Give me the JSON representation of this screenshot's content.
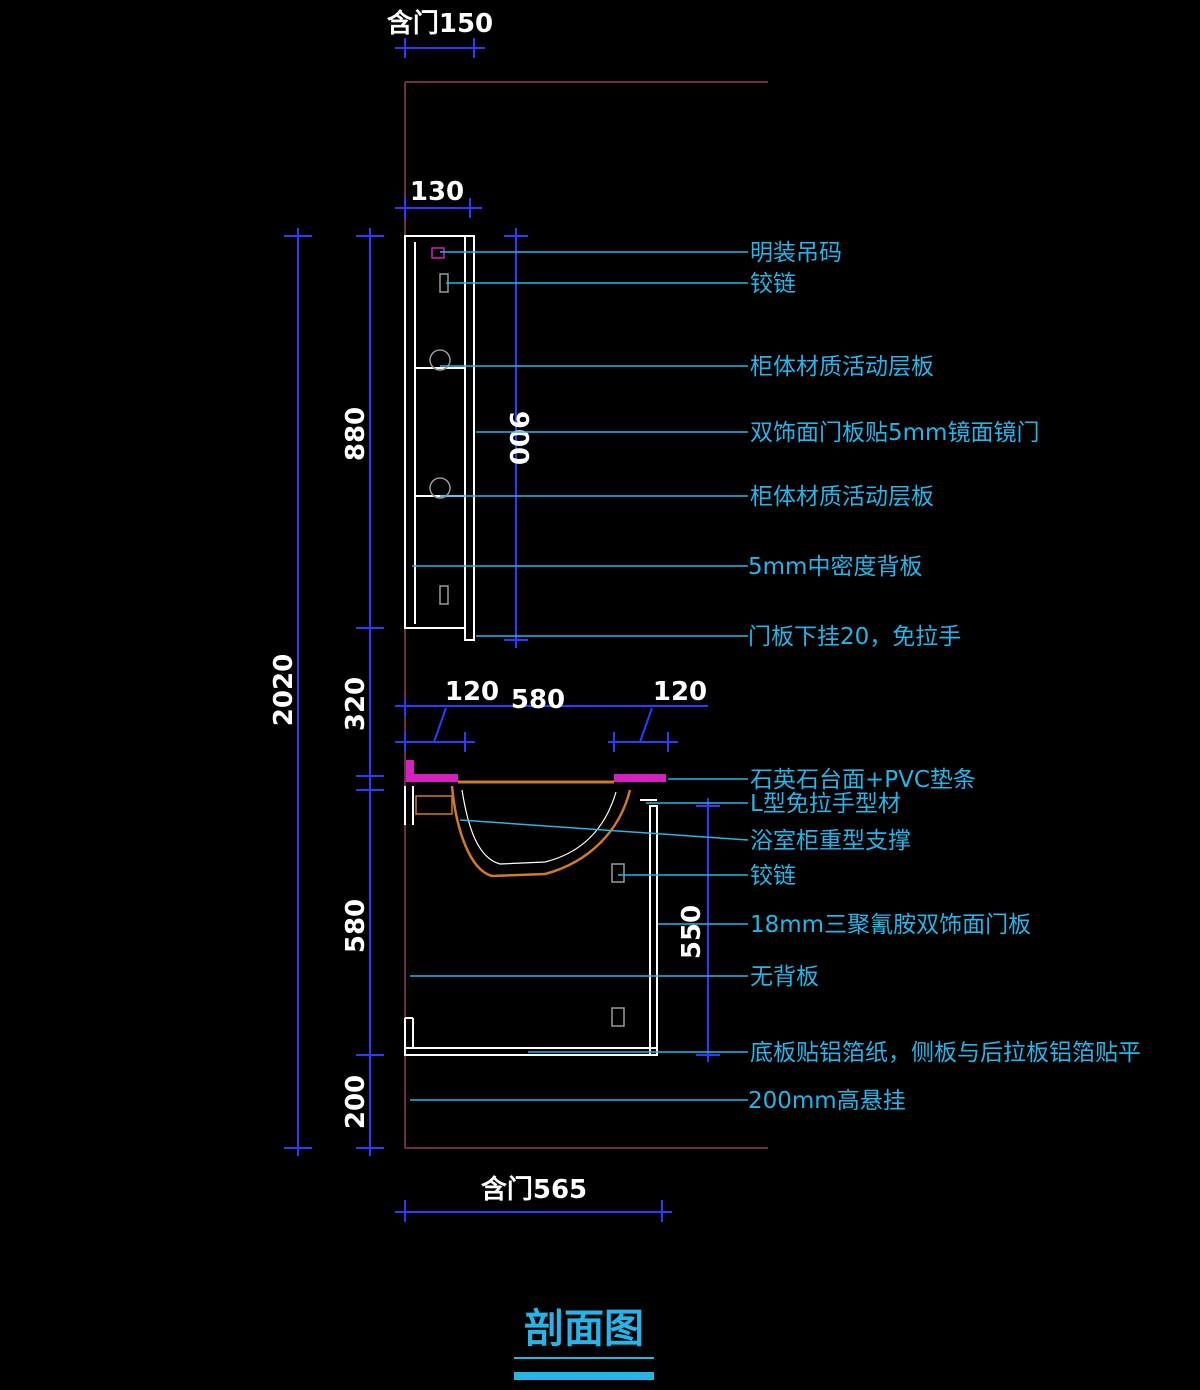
{
  "colors": {
    "background": "#000000",
    "dimension_line": "#2a3cff",
    "leader_line": "#27b4e8",
    "outline": "#ffffff",
    "wall": "#6e2d4a",
    "basin": "#d07a2a",
    "countertop": "#d51fc0"
  },
  "dimensions": {
    "top_door": "含门150",
    "cabinet_depth": "130",
    "total_height": "2020",
    "upper_cabinet_height": "880",
    "door_height": "900",
    "gap_height": "320",
    "counter_overhang_left": "120",
    "counter_width": "580",
    "counter_overhang_right": "120",
    "lower_cabinet_height": "580",
    "lower_door_height": "550",
    "hang_height": "200",
    "bottom_door": "含门565"
  },
  "labels": [
    "明装吊码",
    "铰链",
    "柜体材质活动层板",
    "双饰面门板贴5mm镜面镜门",
    "柜体材质活动层板",
    "5mm中密度背板",
    "门板下挂20，免拉手",
    "石英石台面+PVC垫条",
    "L型免拉手型材",
    "浴室柜重型支撑",
    "铰链",
    "18mm三聚氰胺双饰面门板",
    "无背板",
    "底板贴铝箔纸，侧板与后拉板铝箔贴平",
    "200mm高悬挂"
  ],
  "title": "剖面图"
}
